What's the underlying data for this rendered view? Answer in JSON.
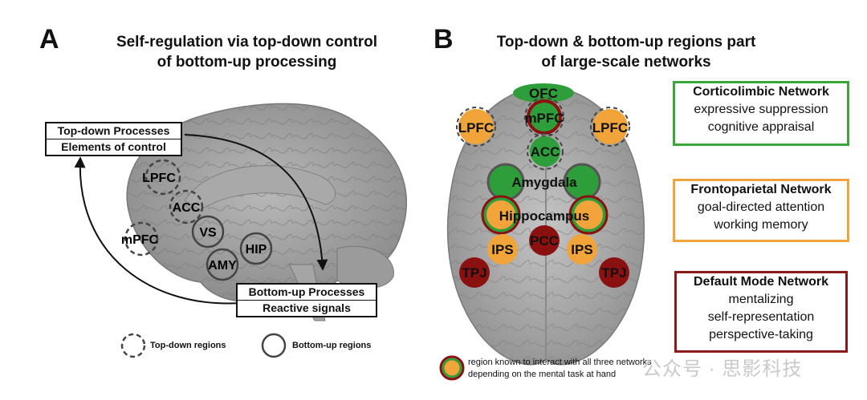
{
  "panel_a": {
    "letter": "A",
    "title_line1": "Self-regulation via top-down control",
    "title_line2": "of bottom-up processing",
    "top_box_line1": "Top-down Processes",
    "top_box_line2": "Elements of control",
    "bottom_box_line1": "Bottom-up Processes",
    "bottom_box_line2": "Reactive signals",
    "regions": {
      "lpfc": "LPFC",
      "acc": "ACC",
      "mpfc": "mPFC",
      "vs": "VS",
      "hip": "HIP",
      "amy": "AMY"
    },
    "legend_topdown": "Top-down regions",
    "legend_bottomup": "Bottom-up regions"
  },
  "panel_b": {
    "letter": "B",
    "title_line1": "Top-down & bottom-up regions part",
    "title_line2": "of large-scale networks",
    "regions": {
      "ofc": "OFC",
      "mpfc": "mPFC",
      "lpfc_left": "LPFC",
      "lpfc_right": "LPFC",
      "acc": "ACC",
      "amygdala": "Amygdala",
      "hippocampus": "Hippocampus",
      "ips_left": "IPS",
      "ips_right": "IPS",
      "pcc": "PCC",
      "tpj_left": "TPJ",
      "tpj_right": "TPJ"
    },
    "networks": [
      {
        "title": "Corticolimbic Network",
        "items": [
          "expressive suppression",
          "cognitive appraisal"
        ],
        "color": "#3aa53a"
      },
      {
        "title": "Frontoparietal Network",
        "items": [
          "goal-directed attention",
          "working memory"
        ],
        "color": "#f0a43a"
      },
      {
        "title": "Default Mode Network",
        "items": [
          "mentalizing",
          "self-representation",
          "perspective-taking"
        ],
        "color": "#8b1a1a"
      }
    ],
    "note_line1": "region known to interact with all three networks",
    "note_line2": "depending on the mental task at hand"
  },
  "watermark": "公众号 · 思影科技",
  "colors": {
    "green": "#2e9e3a",
    "orange": "#f0a43a",
    "darkred": "#8b1111",
    "brain": "#9a9a9a"
  }
}
